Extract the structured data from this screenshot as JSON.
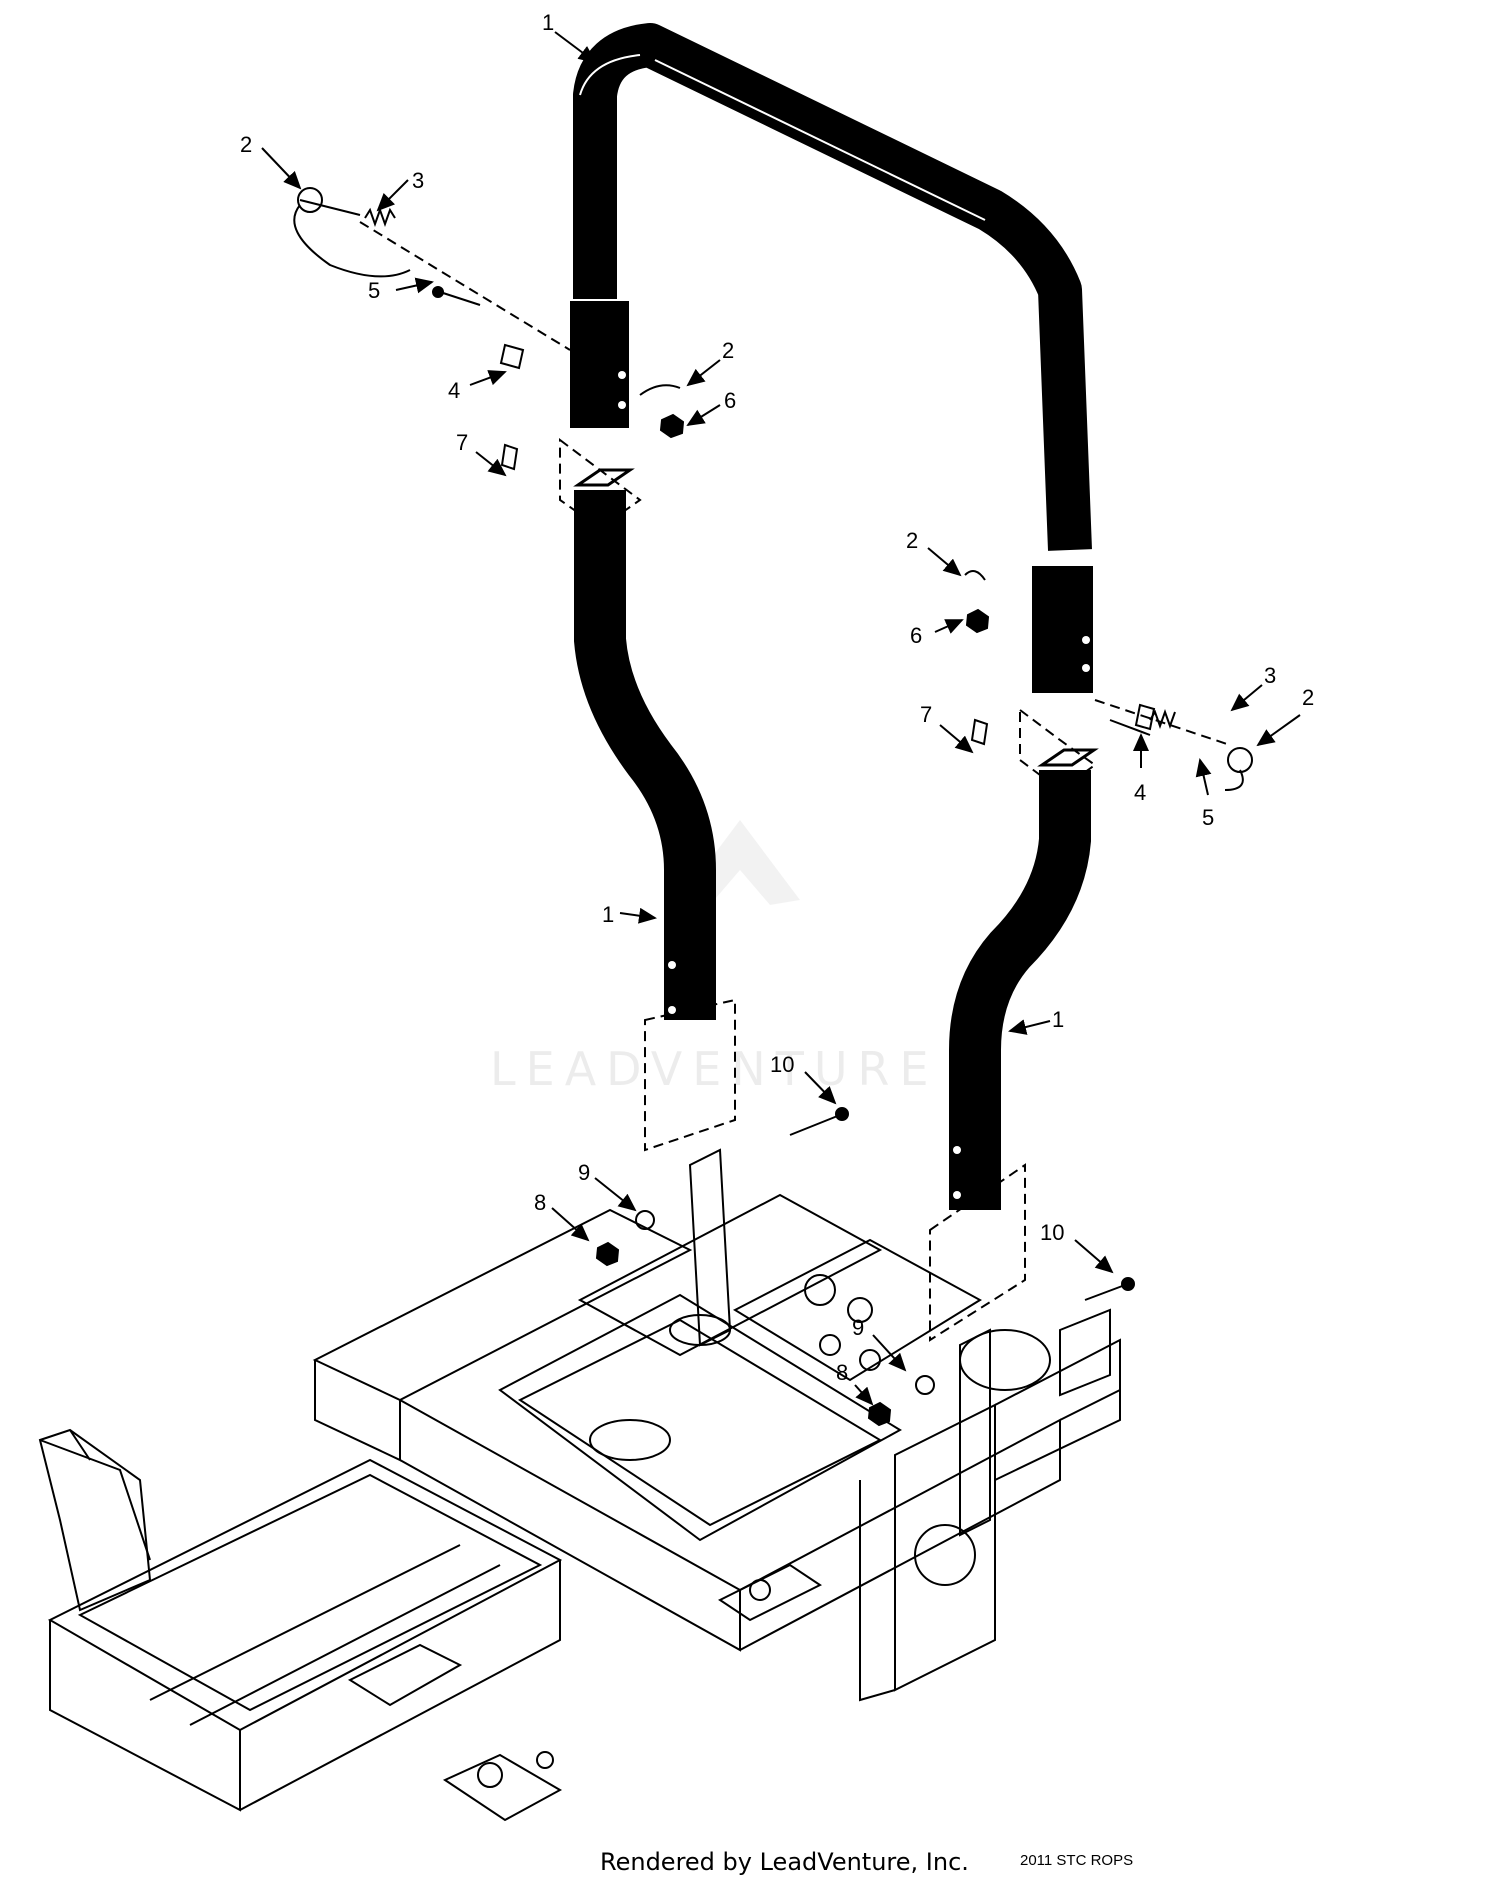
{
  "diagram": {
    "callouts": [
      "1",
      "2",
      "3",
      "5",
      "4",
      "2",
      "6",
      "7",
      "2",
      "6",
      "3",
      "2",
      "7",
      "4",
      "5",
      "1",
      "1",
      "10",
      "9",
      "8",
      "10",
      "9",
      "8"
    ],
    "watermark": "LEADVENTURE"
  },
  "footer": {
    "rendered_by": "Rendered by LeadVenture, Inc.",
    "drawing_id": "2011 STC ROPS"
  },
  "colors": {
    "tube": "#000000",
    "line": "#000000",
    "background": "#ffffff"
  }
}
